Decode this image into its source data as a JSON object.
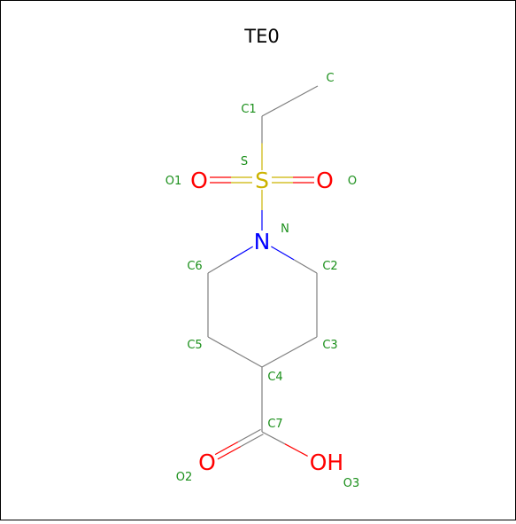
{
  "title": "TE0",
  "colors": {
    "label": "#1a8f1a",
    "carbon_bond": "#7f7f7f",
    "oxygen": "#ff0000",
    "nitrogen": "#0000ff",
    "sulfur": "#ccb300",
    "border": "#000000"
  },
  "atoms": {
    "S": {
      "element": "S",
      "label": "S"
    },
    "O": {
      "element": "O",
      "label": "O"
    },
    "O1": {
      "element": "O",
      "label": "O1"
    },
    "N": {
      "element": "N",
      "label": "N"
    },
    "O2": {
      "element": "O",
      "label": "O2"
    },
    "O3": {
      "element": "OH",
      "label": "O3"
    },
    "C": {
      "label": "C"
    },
    "C1": {
      "label": "C1"
    },
    "C2": {
      "label": "C2"
    },
    "C3": {
      "label": "C3"
    },
    "C4": {
      "label": "C4"
    },
    "C5": {
      "label": "C5"
    },
    "C6": {
      "label": "C6"
    },
    "C7": {
      "label": "C7"
    }
  },
  "bonds": [
    {
      "from": "C",
      "to": "C1",
      "order": 1
    },
    {
      "from": "C1",
      "to": "S",
      "order": 1
    },
    {
      "from": "S",
      "to": "O1",
      "order": 2
    },
    {
      "from": "S",
      "to": "O",
      "order": 2
    },
    {
      "from": "S",
      "to": "N",
      "order": 1
    },
    {
      "from": "N",
      "to": "C2",
      "order": 1
    },
    {
      "from": "N",
      "to": "C6",
      "order": 1
    },
    {
      "from": "C2",
      "to": "C3",
      "order": 1
    },
    {
      "from": "C3",
      "to": "C4",
      "order": 1
    },
    {
      "from": "C4",
      "to": "C5",
      "order": 1
    },
    {
      "from": "C5",
      "to": "C6",
      "order": 1
    },
    {
      "from": "C4",
      "to": "C7",
      "order": 1
    },
    {
      "from": "C7",
      "to": "O2",
      "order": 2
    },
    {
      "from": "C7",
      "to": "O3",
      "order": 1
    }
  ]
}
